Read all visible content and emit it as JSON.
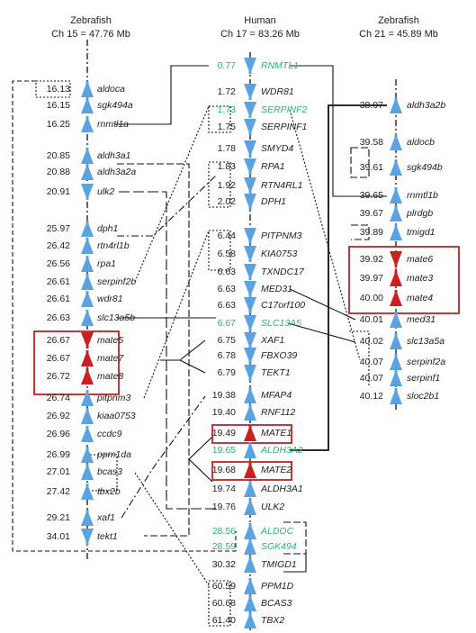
{
  "headers": {
    "left": {
      "species": "Zebrafish",
      "chrom": "Ch 15 = 47.76 Mb"
    },
    "center": {
      "species": "Human",
      "chrom": "Ch 17 = 83.26 Mb"
    },
    "right": {
      "species": "Zebrafish",
      "chrom": "Ch 21 = 45.89 Mb"
    }
  },
  "colors": {
    "arrow": "#5ba3e0",
    "mate": "#cc1f1f",
    "highlight": "#2db37a",
    "box": "#c8201f",
    "line": "#111111"
  },
  "left": [
    {
      "pos": "16.13",
      "gene": "aldoca",
      "dir": "up"
    },
    {
      "pos": "16.15",
      "gene": "sgk494a",
      "dir": "up"
    },
    {
      "pos": "16.25",
      "gene": "rnmtl1a",
      "dir": "up"
    },
    {
      "pos": "20.85",
      "gene": "aldh3a1",
      "dir": "up"
    },
    {
      "pos": "20.88",
      "gene": "aldh3a2a",
      "dir": "up"
    },
    {
      "pos": "20.91",
      "gene": "ulk2",
      "dir": "down"
    },
    {
      "pos": "25.97",
      "gene": "dph1",
      "dir": "up"
    },
    {
      "pos": "26.42",
      "gene": "rtn4rl1b",
      "dir": "up"
    },
    {
      "pos": "26.56",
      "gene": "rpa1",
      "dir": "up"
    },
    {
      "pos": "26.61",
      "gene": "serpinf2b",
      "dir": "up"
    },
    {
      "pos": "26.61",
      "gene": "wdr81",
      "dir": "up"
    },
    {
      "pos": "26.63",
      "gene": "slc13a5b",
      "dir": "up"
    },
    {
      "pos": "26.67",
      "gene": "mate5",
      "dir": "down",
      "mate": true
    },
    {
      "pos": "26.67",
      "gene": "mate7",
      "dir": "up",
      "mate": true
    },
    {
      "pos": "26.72",
      "gene": "mate8",
      "dir": "up",
      "mate": true
    },
    {
      "pos": "26.74",
      "gene": "pitpnm3",
      "dir": "up"
    },
    {
      "pos": "26.92",
      "gene": "kiaa0753",
      "dir": "up"
    },
    {
      "pos": "26.96",
      "gene": "ccdc9",
      "dir": "up"
    },
    {
      "pos": "26.99",
      "gene": "ppm1da",
      "dir": "up"
    },
    {
      "pos": "27.01",
      "gene": "bcas3",
      "dir": "up"
    },
    {
      "pos": "27.42",
      "gene": "tbx2b",
      "dir": "up"
    },
    {
      "pos": "29.21",
      "gene": "xaf1",
      "dir": "up"
    },
    {
      "pos": "34.01",
      "gene": "tekt1",
      "dir": "down"
    }
  ],
  "center": [
    {
      "pos": "0.77",
      "gene": "RNMTL1",
      "dir": "down",
      "green": true
    },
    {
      "pos": "1.72",
      "gene": "WDR81",
      "dir": "down"
    },
    {
      "pos": "1.73",
      "gene": "SERPINF2",
      "dir": "down",
      "green": true
    },
    {
      "pos": "1.75",
      "gene": "SERPINF1",
      "dir": "down"
    },
    {
      "pos": "1.78",
      "gene": "SMYD4",
      "dir": "down"
    },
    {
      "pos": "1.83",
      "gene": "RPA1",
      "dir": "down"
    },
    {
      "pos": "1.92",
      "gene": "RTN4RL1",
      "dir": "down"
    },
    {
      "pos": "2.02",
      "gene": "DPH1",
      "dir": "down"
    },
    {
      "pos": "6.44",
      "gene": "PITPNM3",
      "dir": "down"
    },
    {
      "pos": "6.58",
      "gene": "KIA0753",
      "dir": "down"
    },
    {
      "pos": "6.63",
      "gene": "TXNDC17",
      "dir": "down"
    },
    {
      "pos": "6.63",
      "gene": "MED31",
      "dir": "down"
    },
    {
      "pos": "6.63",
      "gene": "C17orf100",
      "dir": "down"
    },
    {
      "pos": "6.67",
      "gene": "SLC13A5",
      "dir": "down",
      "green": true
    },
    {
      "pos": "6.75",
      "gene": "XAF1",
      "dir": "down"
    },
    {
      "pos": "6.78",
      "gene": "FBXO39",
      "dir": "down"
    },
    {
      "pos": "6.79",
      "gene": "TEKT1",
      "dir": "down"
    },
    {
      "pos": "19.38",
      "gene": "MFAP4",
      "dir": "up"
    },
    {
      "pos": "19.40",
      "gene": "RNF112",
      "dir": "up"
    },
    {
      "pos": "19.49",
      "gene": "MATE1",
      "dir": "up",
      "mate": true
    },
    {
      "pos": "19.65",
      "gene": "ALDH3A2",
      "dir": "up",
      "green": true
    },
    {
      "pos": "19.68",
      "gene": "MATE2",
      "dir": "up",
      "mate": true
    },
    {
      "pos": "19.74",
      "gene": "ALDH3A1",
      "dir": "up"
    },
    {
      "pos": "19.76",
      "gene": "ULK2",
      "dir": "up"
    },
    {
      "pos": "28.56",
      "gene": "ALDOC",
      "dir": "up",
      "green": true
    },
    {
      "pos": "28.59",
      "gene": "SGK494",
      "dir": "up",
      "green": true
    },
    {
      "pos": "30.32",
      "gene": "TMIGD1",
      "dir": "up"
    },
    {
      "pos": "60.59",
      "gene": "PPM1D",
      "dir": "up"
    },
    {
      "pos": "60.68",
      "gene": "BCAS3",
      "dir": "up"
    },
    {
      "pos": "61.40",
      "gene": "TBX2",
      "dir": "up"
    }
  ],
  "right": [
    {
      "pos": "38.97",
      "gene": "aldh3a2b",
      "dir": "up"
    },
    {
      "pos": "39.58",
      "gene": "aldocb",
      "dir": "up"
    },
    {
      "pos": "39.61",
      "gene": "sgk494b",
      "dir": "up"
    },
    {
      "pos": "39.65",
      "gene": "rnmtl1b",
      "dir": "up"
    },
    {
      "pos": "39.67",
      "gene": "plrdgb",
      "dir": "up"
    },
    {
      "pos": "39.89",
      "gene": "tmigd1",
      "dir": "up"
    },
    {
      "pos": "39.92",
      "gene": "mate6",
      "dir": "down",
      "mate": true
    },
    {
      "pos": "39.97",
      "gene": "mate3",
      "dir": "up",
      "mate": true
    },
    {
      "pos": "40.00",
      "gene": "mate4",
      "dir": "up",
      "mate": true
    },
    {
      "pos": "40.01",
      "gene": "med31",
      "dir": "up"
    },
    {
      "pos": "40.02",
      "gene": "slc13a5a",
      "dir": "up"
    },
    {
      "pos": "40.07",
      "gene": "serpinf2a",
      "dir": "up"
    },
    {
      "pos": "40.07",
      "gene": "serpinf1",
      "dir": "up"
    },
    {
      "pos": "40.12",
      "gene": "sloc2b1",
      "dir": "up"
    }
  ]
}
